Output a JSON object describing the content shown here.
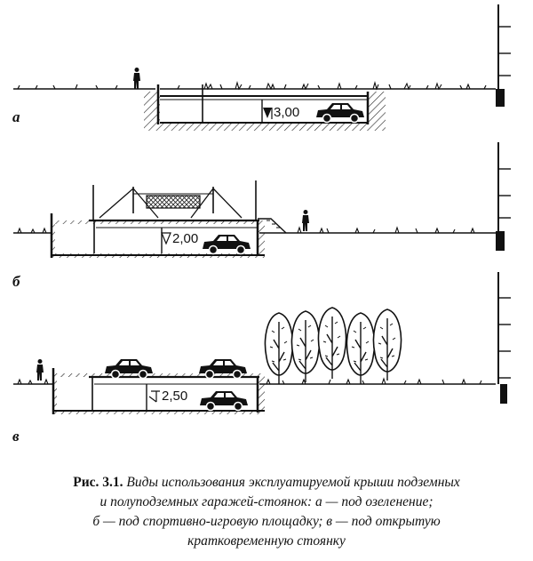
{
  "panels": [
    {
      "letter": "а",
      "level": "3,00"
    },
    {
      "letter": "б",
      "level": "2,00"
    },
    {
      "letter": "в",
      "level": "2,50"
    }
  ],
  "caption": {
    "lead": "Рис. 3.1.",
    "line1": " Виды использования эксплуатируемой крыши подземных",
    "line2": "и полуподземных гаражей-стоянок: а — под озеленение;",
    "line3": "б — под спортивно-игровую площадку; в — под открытую",
    "line4": "кратковременную стоянку"
  }
}
